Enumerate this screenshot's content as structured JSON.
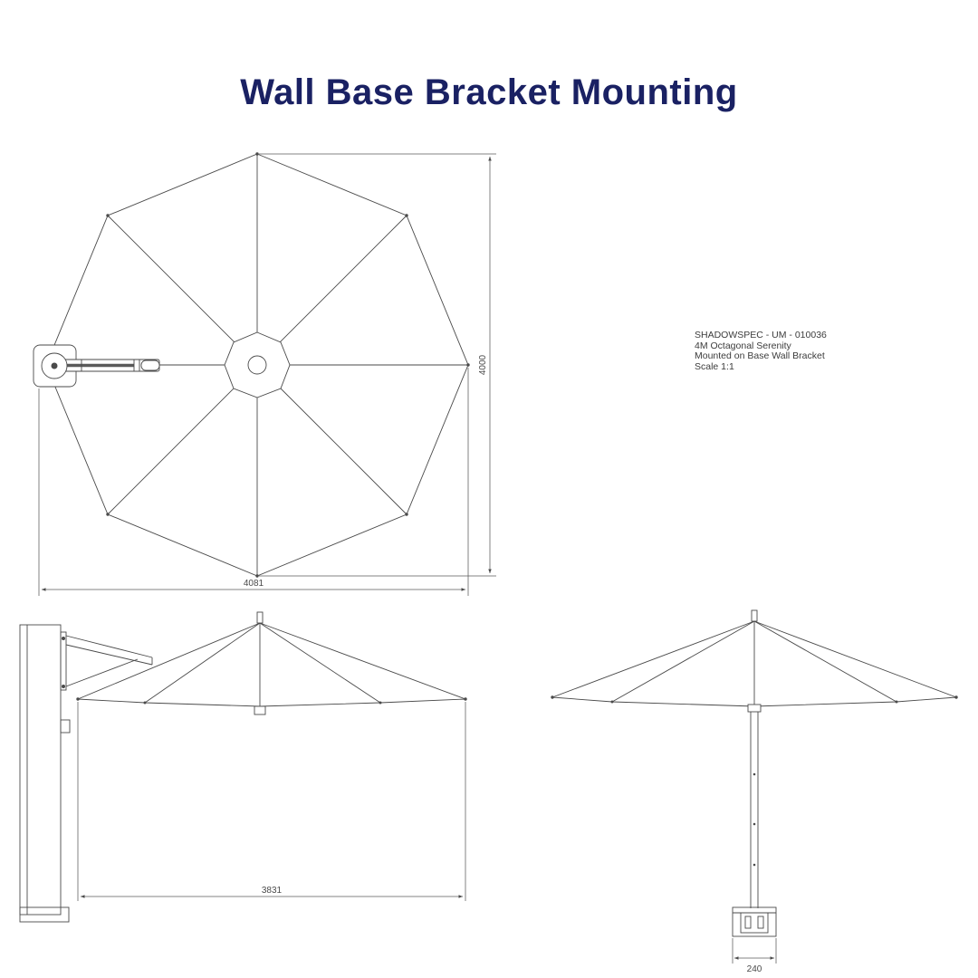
{
  "title": "Wall Base Bracket Mounting",
  "spec_block": {
    "line1": "SHADOWSPEC - UM - 010036",
    "line2": "4M Octagonal Serenity",
    "line3": "Mounted on Base Wall Bracket",
    "line4": "Scale 1:1"
  },
  "dimensions": {
    "plan_height": "4000",
    "plan_width": "4081",
    "elevation_span": "3831",
    "base_width": "240"
  },
  "colors": {
    "title": "#1a2163",
    "drawing_line": "#4a4a4a",
    "dimension_text": "#4a4a4a",
    "background": "#ffffff"
  }
}
